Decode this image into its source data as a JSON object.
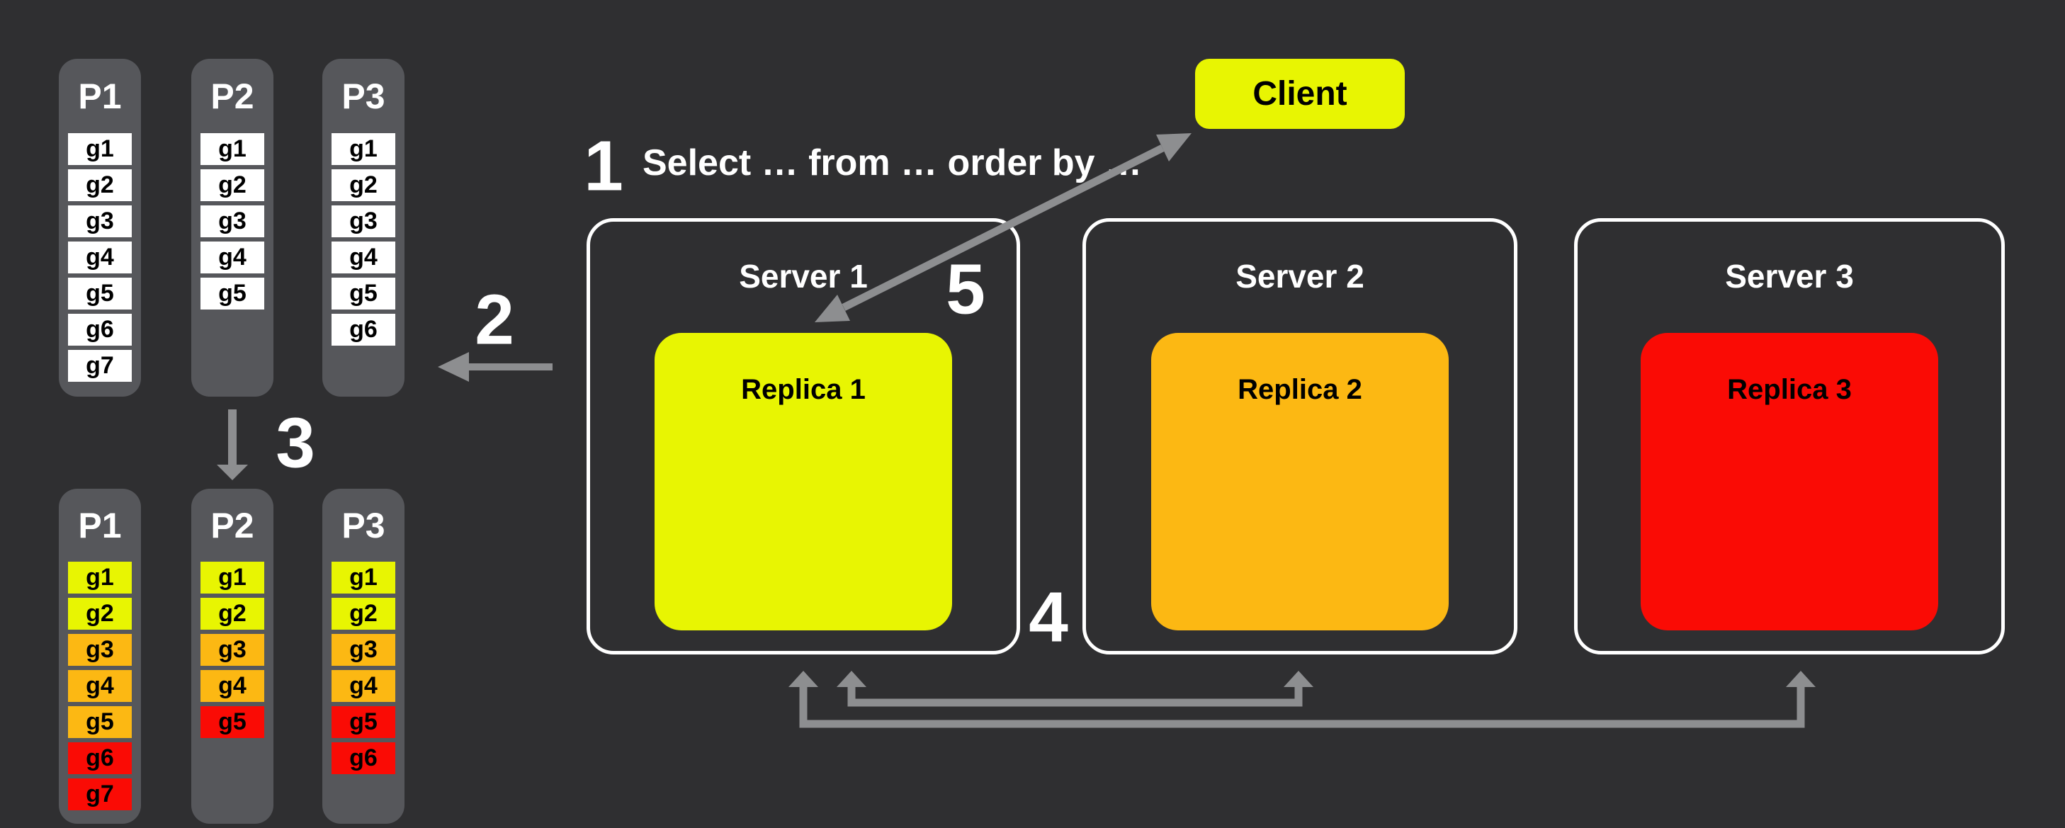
{
  "colors": {
    "background": "#2f2f31",
    "column": "#56575b",
    "yellow": "#e8f502",
    "orange": "#fcb813",
    "red": "#fa0b05",
    "arrow": "#8d8e90",
    "white": "#ffffff"
  },
  "steps": {
    "s1": "1",
    "s2": "2",
    "s3": "3",
    "s4": "4",
    "s5": "5"
  },
  "query_text": "Select … from … order by …",
  "client": {
    "label": "Client"
  },
  "partitions_before": [
    {
      "title": "P1",
      "items": [
        {
          "label": "g1",
          "color": "white"
        },
        {
          "label": "g2",
          "color": "white"
        },
        {
          "label": "g3",
          "color": "white"
        },
        {
          "label": "g4",
          "color": "white"
        },
        {
          "label": "g5",
          "color": "white"
        },
        {
          "label": "g6",
          "color": "white"
        },
        {
          "label": "g7",
          "color": "white"
        }
      ]
    },
    {
      "title": "P2",
      "items": [
        {
          "label": "g1",
          "color": "white"
        },
        {
          "label": "g2",
          "color": "white"
        },
        {
          "label": "g3",
          "color": "white"
        },
        {
          "label": "g4",
          "color": "white"
        },
        {
          "label": "g5",
          "color": "white"
        }
      ]
    },
    {
      "title": "P3",
      "items": [
        {
          "label": "g1",
          "color": "white"
        },
        {
          "label": "g2",
          "color": "white"
        },
        {
          "label": "g3",
          "color": "white"
        },
        {
          "label": "g4",
          "color": "white"
        },
        {
          "label": "g5",
          "color": "white"
        },
        {
          "label": "g6",
          "color": "white"
        }
      ]
    }
  ],
  "partitions_after": [
    {
      "title": "P1",
      "items": [
        {
          "label": "g1",
          "color": "yellow"
        },
        {
          "label": "g2",
          "color": "yellow"
        },
        {
          "label": "g3",
          "color": "orange"
        },
        {
          "label": "g4",
          "color": "orange"
        },
        {
          "label": "g5",
          "color": "orange"
        },
        {
          "label": "g6",
          "color": "red"
        },
        {
          "label": "g7",
          "color": "red"
        }
      ]
    },
    {
      "title": "P2",
      "items": [
        {
          "label": "g1",
          "color": "yellow"
        },
        {
          "label": "g2",
          "color": "yellow"
        },
        {
          "label": "g3",
          "color": "orange"
        },
        {
          "label": "g4",
          "color": "orange"
        },
        {
          "label": "g5",
          "color": "red"
        }
      ]
    },
    {
      "title": "P3",
      "items": [
        {
          "label": "g1",
          "color": "yellow"
        },
        {
          "label": "g2",
          "color": "yellow"
        },
        {
          "label": "g3",
          "color": "orange"
        },
        {
          "label": "g4",
          "color": "orange"
        },
        {
          "label": "g5",
          "color": "red"
        },
        {
          "label": "g6",
          "color": "red"
        }
      ]
    }
  ],
  "servers": [
    {
      "title": "Server 1",
      "replica": {
        "label": "Replica 1",
        "color": "yellow"
      }
    },
    {
      "title": "Server 2",
      "replica": {
        "label": "Replica 2",
        "color": "orange"
      }
    },
    {
      "title": "Server 3",
      "replica": {
        "label": "Replica 3",
        "color": "red"
      }
    }
  ]
}
